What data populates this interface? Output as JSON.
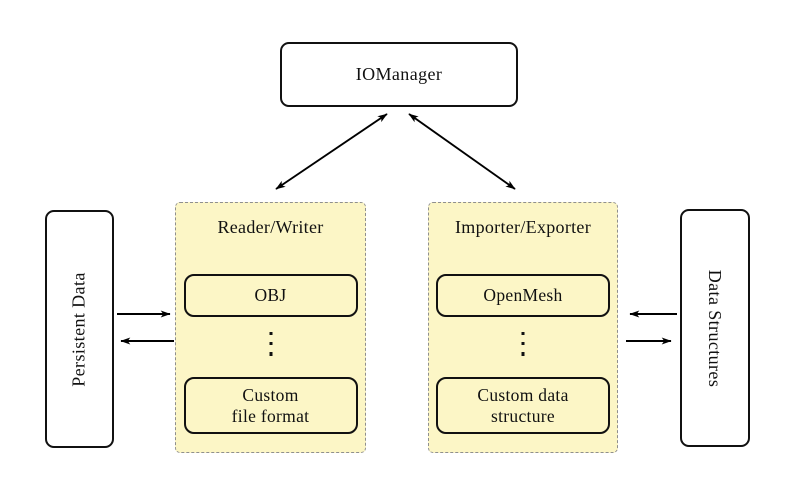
{
  "diagram": {
    "nodes": {
      "io_manager": {
        "label": "IOManager"
      },
      "persistent_data": {
        "label": "Persistent Data"
      },
      "data_structures": {
        "label": "Data Structures"
      }
    },
    "groups": {
      "reader_writer": {
        "title": "Reader/Writer",
        "items": [
          {
            "lines": [
              "OBJ",
              ""
            ]
          },
          {
            "lines": [
              "Custom",
              "file format"
            ]
          }
        ]
      },
      "importer_exporter": {
        "title": "Importer/Exporter",
        "items": [
          {
            "lines": [
              "OpenMesh",
              ""
            ]
          },
          {
            "lines": [
              "Custom data",
              "structure"
            ]
          }
        ]
      }
    },
    "icons": {
      "vertical_ellipsis": "⋮"
    },
    "colors": {
      "background": "#FFFFFF",
      "group_fill": "#FCF6C6",
      "group_dash_border": "#8F8F8F",
      "node_fill": "#FFFFFF",
      "node_border": "#111111",
      "arrow": "#000000",
      "text": "#111111"
    }
  }
}
